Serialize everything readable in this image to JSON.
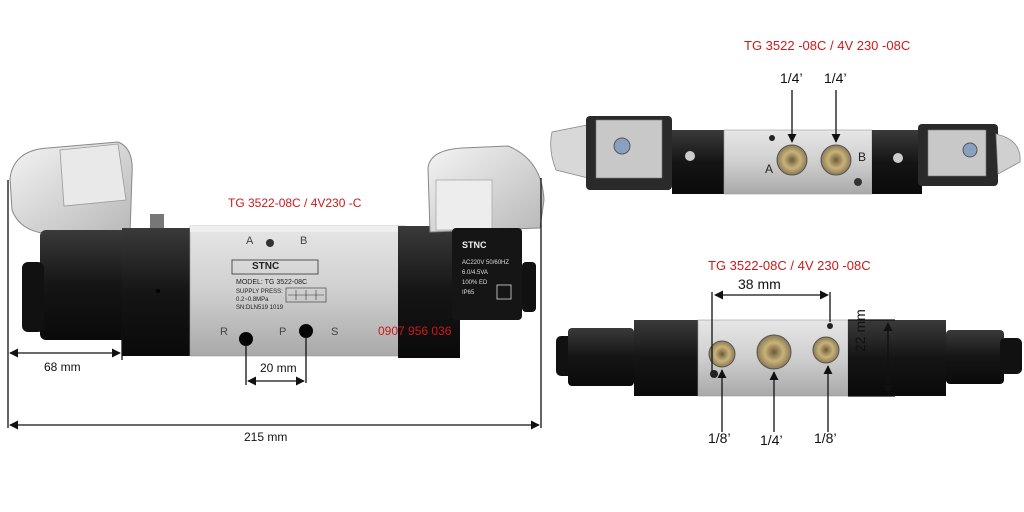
{
  "left_view": {
    "model_caption": "TG 3522-08C / 4V230 -C",
    "phone_overlay": "0907 956 036",
    "dim_left": "68 mm",
    "dim_ports": "20 mm",
    "dim_total": "215 mm",
    "port_a": "A",
    "port_b": "B",
    "port_r": "R",
    "port_p": "P",
    "port_s": "S",
    "brand": "STNC",
    "plate_model": "MODEL: TG 3522-08C",
    "plate_supply": "SUPPLY PRESS:",
    "plate_range": "0.2~0.8MPa",
    "plate_serial": "SN:DLN519 1019",
    "coil_brand": "STNC",
    "coil_voltage": "AC220V 50/60HZ",
    "coil_power": "6.0/4.5VA",
    "coil_duty": "100% ED",
    "coil_ip": "IP65"
  },
  "top_right_view": {
    "caption": "TG 3522 -08C / 4V 230 -08C",
    "port_a_size": "1/4’",
    "port_b_size": "1/4’",
    "port_a": "A",
    "port_b": "B"
  },
  "bottom_right_view": {
    "caption": "TG 3522-08C / 4V 230 -08C",
    "dim_width": "38 mm",
    "dim_height": "22 mm",
    "port_r_size": "1/8’",
    "port_p_size": "1/4’",
    "port_s_size": "1/8’"
  },
  "colors": {
    "caption_red": "#d01818",
    "body_aluminum": "#cfcfcf",
    "body_black": "#1a1a1a"
  }
}
